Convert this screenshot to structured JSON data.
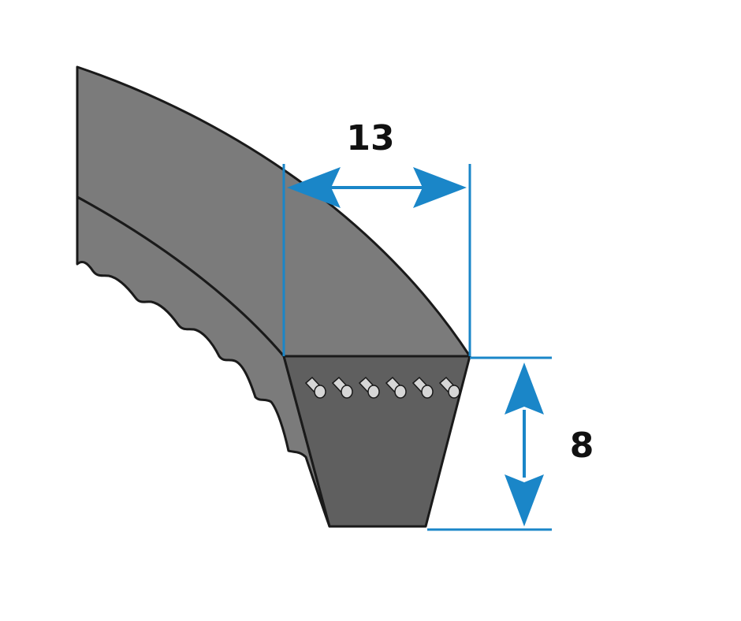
{
  "dimensions": {
    "width": {
      "value": "13"
    },
    "height": {
      "value": "8"
    }
  },
  "colors": {
    "belt_side": "#7b7b7b",
    "belt_section": "#5f5f5f",
    "outline": "#1a1a1a",
    "cord": "#d6d6d6",
    "dimension_line": "#1a86c8",
    "label": "#111111",
    "background": "#ffffff"
  },
  "cords": {
    "count": 6
  }
}
